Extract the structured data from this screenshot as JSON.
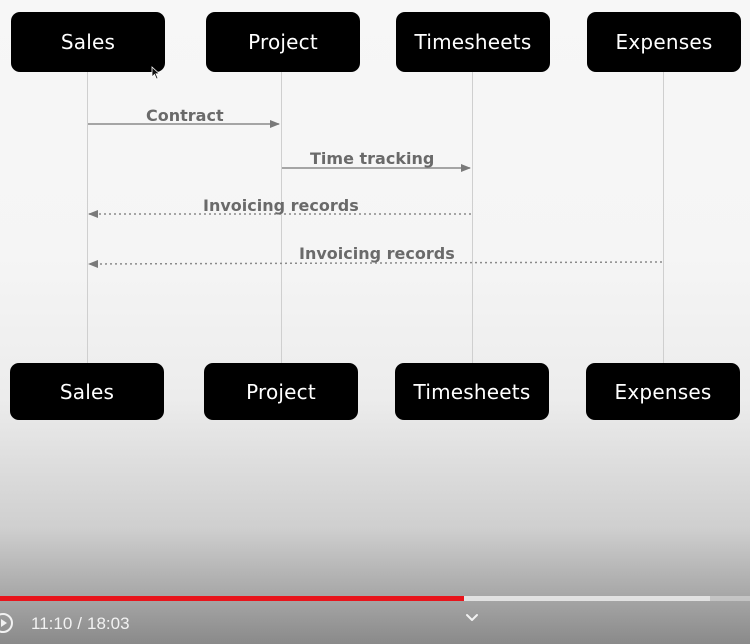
{
  "diagram": {
    "actors": [
      "Sales",
      "Project",
      "Timesheets",
      "Expenses"
    ],
    "messages": [
      {
        "label": "Contract",
        "from": "Sales",
        "to": "Project",
        "style": "solid"
      },
      {
        "label": "Time tracking",
        "from": "Project",
        "to": "Timesheets",
        "style": "solid"
      },
      {
        "label": "Invoicing records",
        "from": "Timesheets",
        "to": "Sales",
        "style": "dotted"
      },
      {
        "label": "Invoicing records",
        "from": "Expenses",
        "to": "Sales",
        "style": "dotted"
      }
    ]
  },
  "player": {
    "current_time": "11:10",
    "separator": "/",
    "duration": "18:03",
    "played_fraction": 0.619,
    "buffered_fraction": 0.947,
    "accent_color": "#e8141b",
    "play_icon": "play-icon",
    "expand_icon": "chevron-down-icon"
  }
}
